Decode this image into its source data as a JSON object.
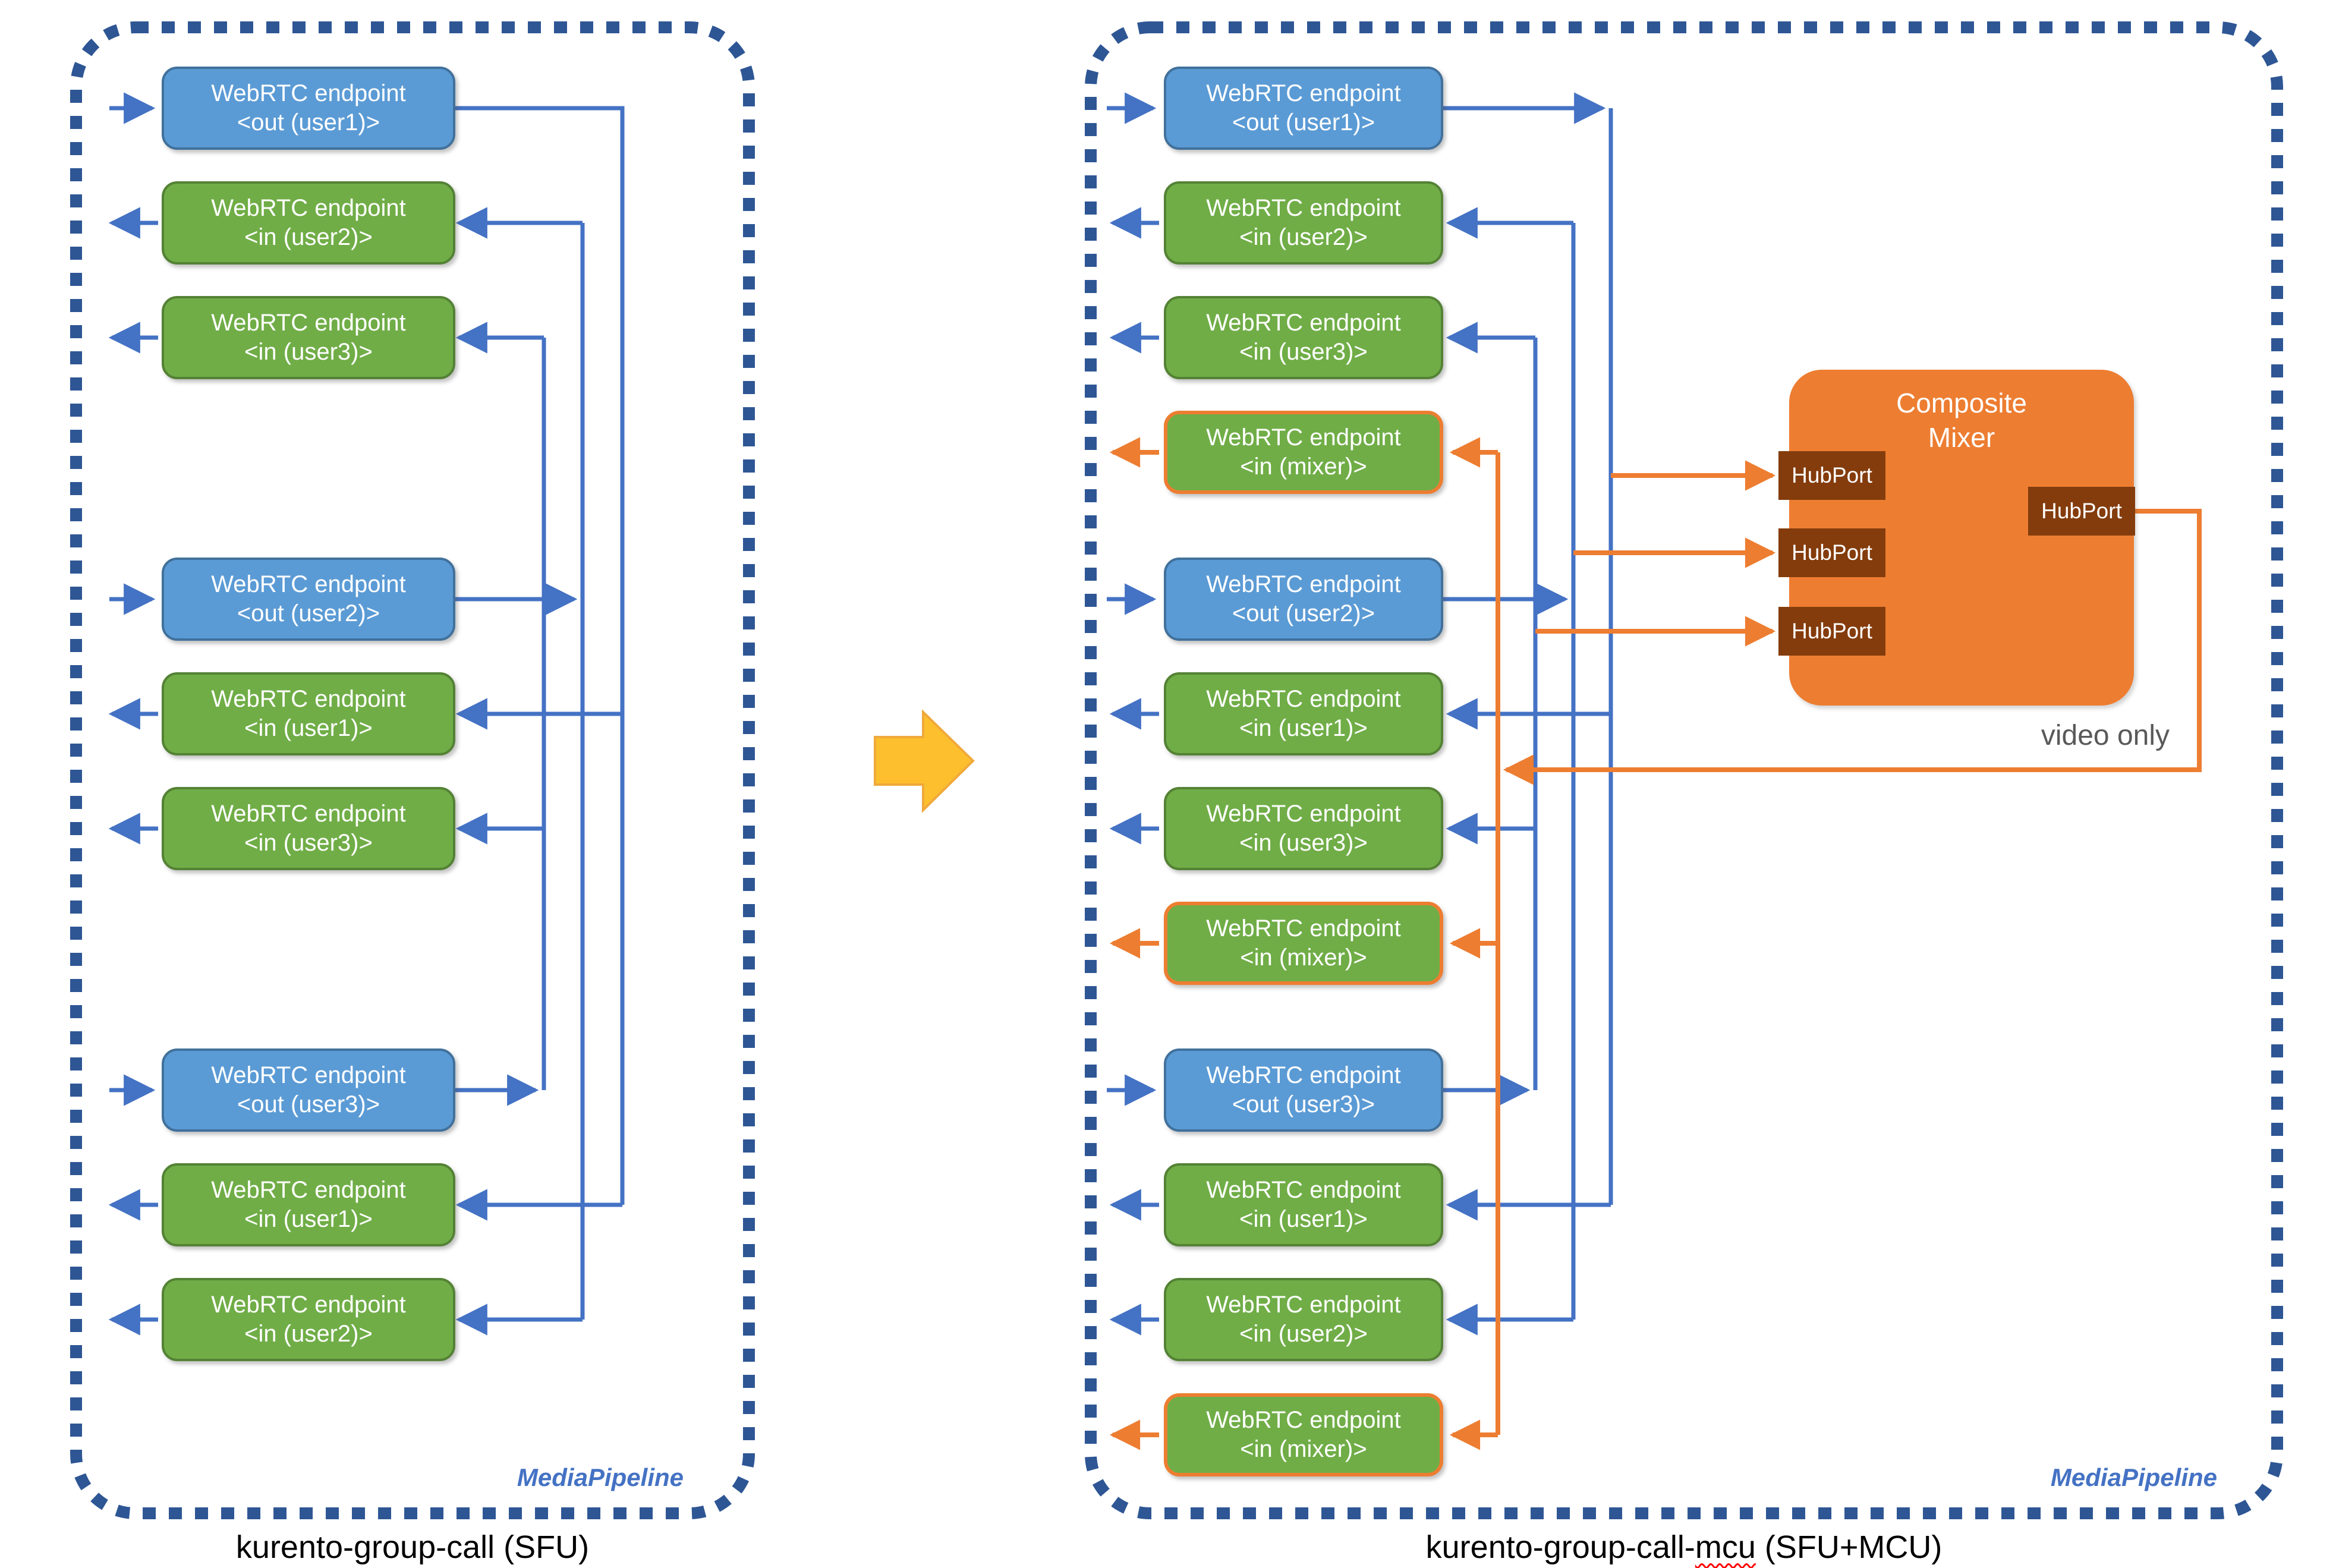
{
  "left_pipeline": {
    "watermark": "MediaPipeline",
    "caption": "kurento-group-call (SFU)",
    "nodes": [
      {
        "id": "out-user1",
        "type": "out",
        "line1": "WebRTC endpoint",
        "line2": "<out (user1)>"
      },
      {
        "id": "in-user2",
        "type": "in",
        "line1": "WebRTC endpoint",
        "line2": "<in (user2)>"
      },
      {
        "id": "in-user3",
        "type": "in",
        "line1": "WebRTC endpoint",
        "line2": "<in (user3)>"
      },
      {
        "id": "out-user2",
        "type": "out",
        "line1": "WebRTC endpoint",
        "line2": "<out (user2)>"
      },
      {
        "id": "in-user1",
        "type": "in",
        "line1": "WebRTC endpoint",
        "line2": "<in (user1)>"
      },
      {
        "id": "in-user3",
        "type": "in",
        "line1": "WebRTC endpoint",
        "line2": "<in (user3)>"
      },
      {
        "id": "out-user3",
        "type": "out",
        "line1": "WebRTC endpoint",
        "line2": "<out (user3)>"
      },
      {
        "id": "in-user1",
        "type": "in",
        "line1": "WebRTC endpoint",
        "line2": "<in (user1)>"
      },
      {
        "id": "in-user2",
        "type": "in",
        "line1": "WebRTC endpoint",
        "line2": "<in (user2)>"
      }
    ]
  },
  "right_pipeline": {
    "watermark": "MediaPipeline",
    "caption_prefix": "kurento-group-call-",
    "caption_underlined": "mcu",
    "caption_suffix": " (SFU+MCU)",
    "video_only_label": "video only",
    "mixer": {
      "title_line1": "Composite",
      "title_line2": "Mixer",
      "hubport_label": "HubPort",
      "left_ports": 3,
      "right_ports": 1
    },
    "nodes": [
      {
        "id": "out-user1",
        "type": "out",
        "line1": "WebRTC endpoint",
        "line2": "<out (user1)>"
      },
      {
        "id": "in-user2",
        "type": "in",
        "line1": "WebRTC endpoint",
        "line2": "<in (user2)>"
      },
      {
        "id": "in-user3",
        "type": "in",
        "line1": "WebRTC endpoint",
        "line2": "<in (user3)>"
      },
      {
        "id": "in-mixer",
        "type": "in-mixer",
        "line1": "WebRTC endpoint",
        "line2": "<in (mixer)>"
      },
      {
        "id": "out-user2",
        "type": "out",
        "line1": "WebRTC endpoint",
        "line2": "<out (user2)>"
      },
      {
        "id": "in-user1",
        "type": "in",
        "line1": "WebRTC endpoint",
        "line2": "<in (user1)>"
      },
      {
        "id": "in-user3",
        "type": "in",
        "line1": "WebRTC endpoint",
        "line2": "<in (user3)>"
      },
      {
        "id": "in-mixer",
        "type": "in-mixer",
        "line1": "WebRTC endpoint",
        "line2": "<in (mixer)>"
      },
      {
        "id": "out-user3",
        "type": "out",
        "line1": "WebRTC endpoint",
        "line2": "<out (user3)>"
      },
      {
        "id": "in-user1",
        "type": "in",
        "line1": "WebRTC endpoint",
        "line2": "<in (user1)>"
      },
      {
        "id": "in-user2",
        "type": "in",
        "line1": "WebRTC endpoint",
        "line2": "<in (user2)>"
      },
      {
        "id": "in-mixer",
        "type": "in-mixer",
        "line1": "WebRTC endpoint",
        "line2": "<in (mixer)>"
      }
    ]
  },
  "colors": {
    "out_box_fill": "#5B9BD5",
    "out_box_border": "#41719C",
    "in_box_fill": "#70AD47",
    "in_box_border": "#548235",
    "mixer_accent_orange": "#ED7D31",
    "blue_connector": "#4472C4",
    "hubport_bg": "#843C0C",
    "pipeline_dashed_border": "#2E5694",
    "transition_arrow_yellow": "#FDBF2D",
    "video_only_text": "#595959"
  }
}
